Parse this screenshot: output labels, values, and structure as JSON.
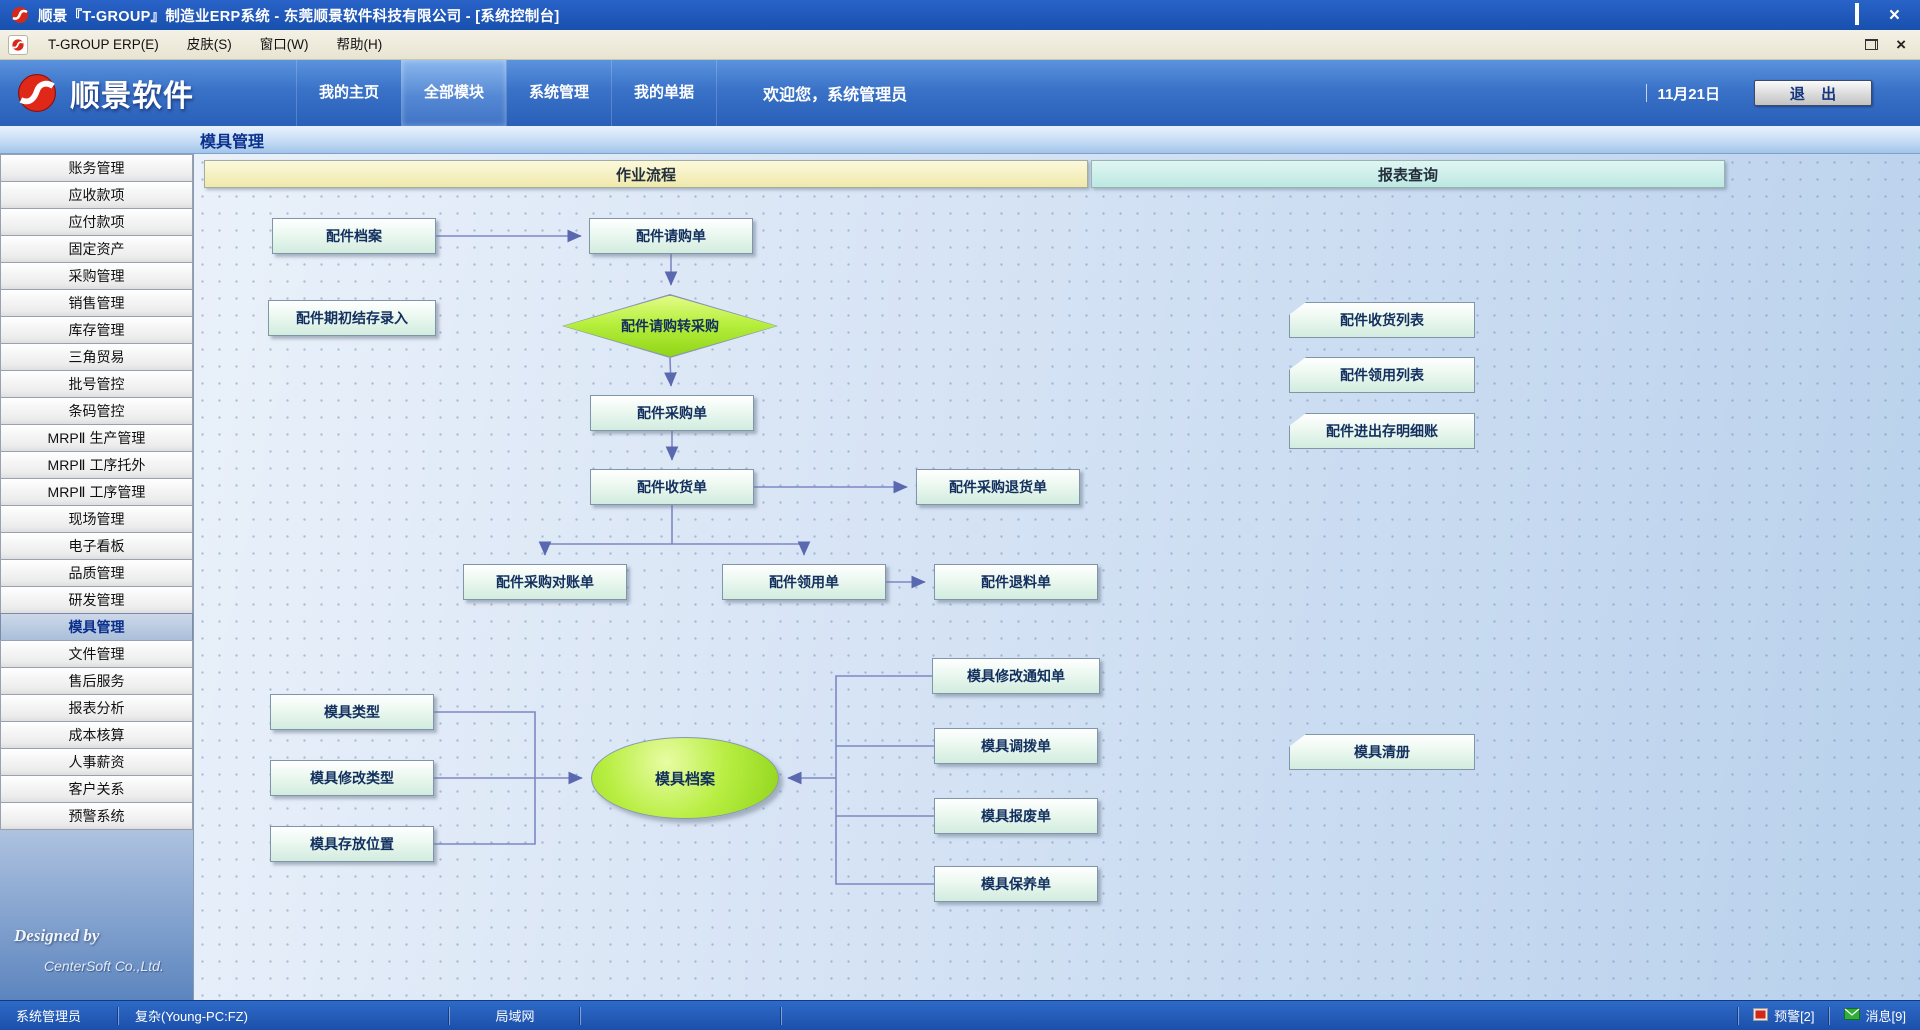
{
  "colors": {
    "titlebar_blue": "#1850ae",
    "header_blue": "#3a72c8",
    "statusbar_blue": "#1e55ae",
    "brand_red": "#d82818",
    "flow_green": "#9ade2e",
    "node_teal": "#d2ecdf",
    "process_header_bg": "#f0e9ab",
    "report_header_bg": "#bde8e2"
  },
  "titlebar": {
    "title": "顺景『T-GROUP』制造业ERP系统 - 东莞顺景软件科技有限公司 - [系统控制台]"
  },
  "menubar": {
    "items": [
      "T-GROUP ERP(E)",
      "皮肤(S)",
      "窗口(W)",
      "帮助(H)"
    ]
  },
  "header": {
    "logo_text": "顺景软件",
    "nav": [
      "我的主页",
      "全部模块",
      "系统管理",
      "我的单据"
    ],
    "active_nav": "全部模块",
    "welcome": "欢迎您，系统管理员",
    "date": "11月21日",
    "exit_label": "退 出"
  },
  "page_title": "模具管理",
  "sidebar": {
    "items": [
      "账务管理",
      "应收款项",
      "应付款项",
      "固定资产",
      "采购管理",
      "销售管理",
      "库存管理",
      "三角贸易",
      "批号管控",
      "条码管控",
      "MRPⅡ 生产管理",
      "MRPⅡ 工序托外",
      "MRPⅡ 工序管理",
      "现场管理",
      "电子看板",
      "品质管理",
      "研发管理",
      "模具管理",
      "文件管理",
      "售后服务",
      "报表分析",
      "成本核算",
      "人事薪资",
      "客户关系",
      "预警系统"
    ],
    "active": "模具管理",
    "designed_by": "Designed by",
    "company": "CenterSoft Co.,Ltd."
  },
  "flowchart": {
    "sections": [
      "作业流程",
      "报表查询"
    ],
    "nodes": {
      "parts_archive": "配件档案",
      "parts_request": "配件请购单",
      "parts_opening_balance": "配件期初结存录入",
      "parts_request_to_purchase": "配件请购转采购",
      "parts_purchase": "配件采购单",
      "parts_receipt": "配件收货单",
      "parts_purchase_return": "配件采购退货单",
      "parts_purchase_statement": "配件采购对账单",
      "parts_requisition": "配件领用单",
      "parts_material_return": "配件退料单",
      "parts_receipt_list": "配件收货列表",
      "parts_requisition_list": "配件领用列表",
      "parts_inout_ledger": "配件进出存明细账",
      "mold_type": "模具类型",
      "mold_modify_type": "模具修改类型",
      "mold_storage_location": "模具存放位置",
      "mold_archive": "模具档案",
      "mold_modify_notice": "模具修改通知单",
      "mold_transfer": "模具调拨单",
      "mold_scrap": "模具报废单",
      "mold_maintenance": "模具保养单",
      "mold_register": "模具清册"
    }
  },
  "statusbar": {
    "user": "系统管理员",
    "computer": "复杂(Young-PC:FZ)",
    "network": "局域网",
    "alerts": "预警[2]",
    "messages": "消息[9]"
  }
}
